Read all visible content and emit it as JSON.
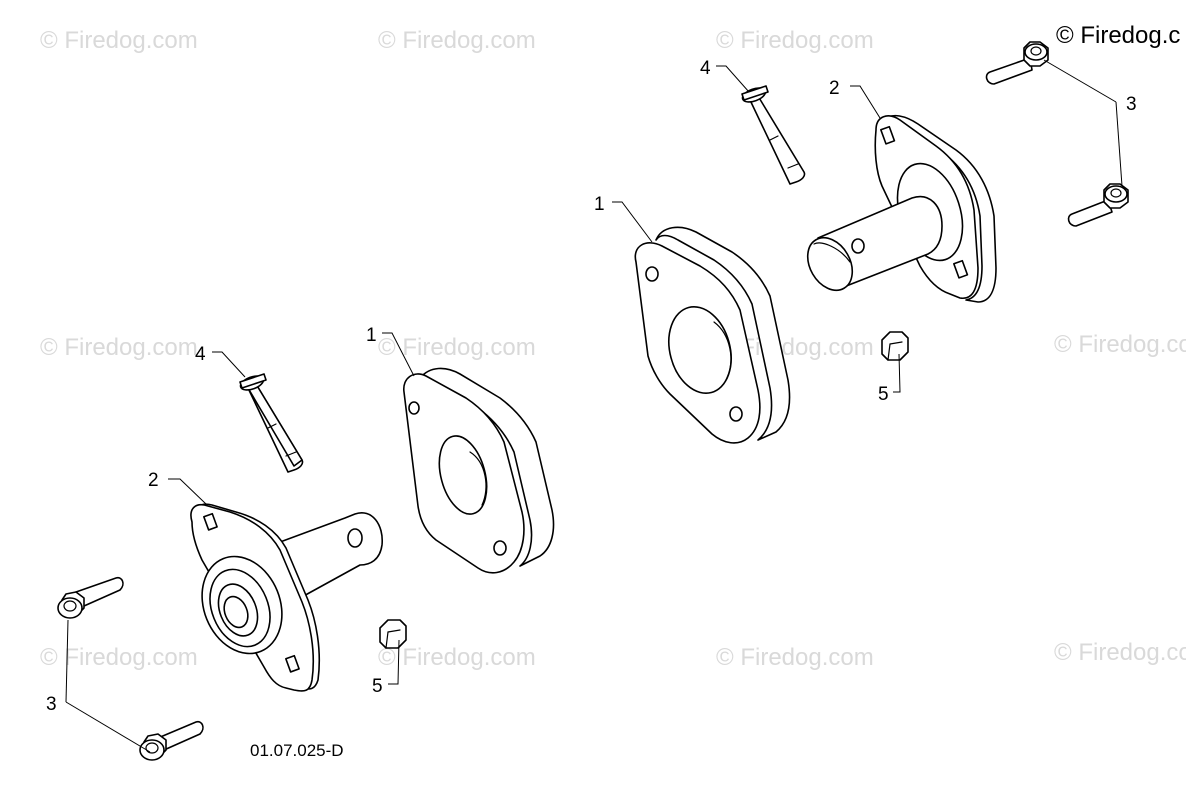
{
  "copyright": "© Firedog.c",
  "watermark": "© Firedog.com",
  "drawing_code": "01.07.025-D",
  "callouts": [
    {
      "id": "left-1",
      "label": "1"
    },
    {
      "id": "left-2",
      "label": "2"
    },
    {
      "id": "left-3",
      "label": "3"
    },
    {
      "id": "left-4",
      "label": "4"
    },
    {
      "id": "left-5",
      "label": "5"
    },
    {
      "id": "right-1",
      "label": "1"
    },
    {
      "id": "right-2",
      "label": "2"
    },
    {
      "id": "right-3",
      "label": "3"
    },
    {
      "id": "right-4",
      "label": "4"
    },
    {
      "id": "right-5",
      "label": "5"
    }
  ]
}
